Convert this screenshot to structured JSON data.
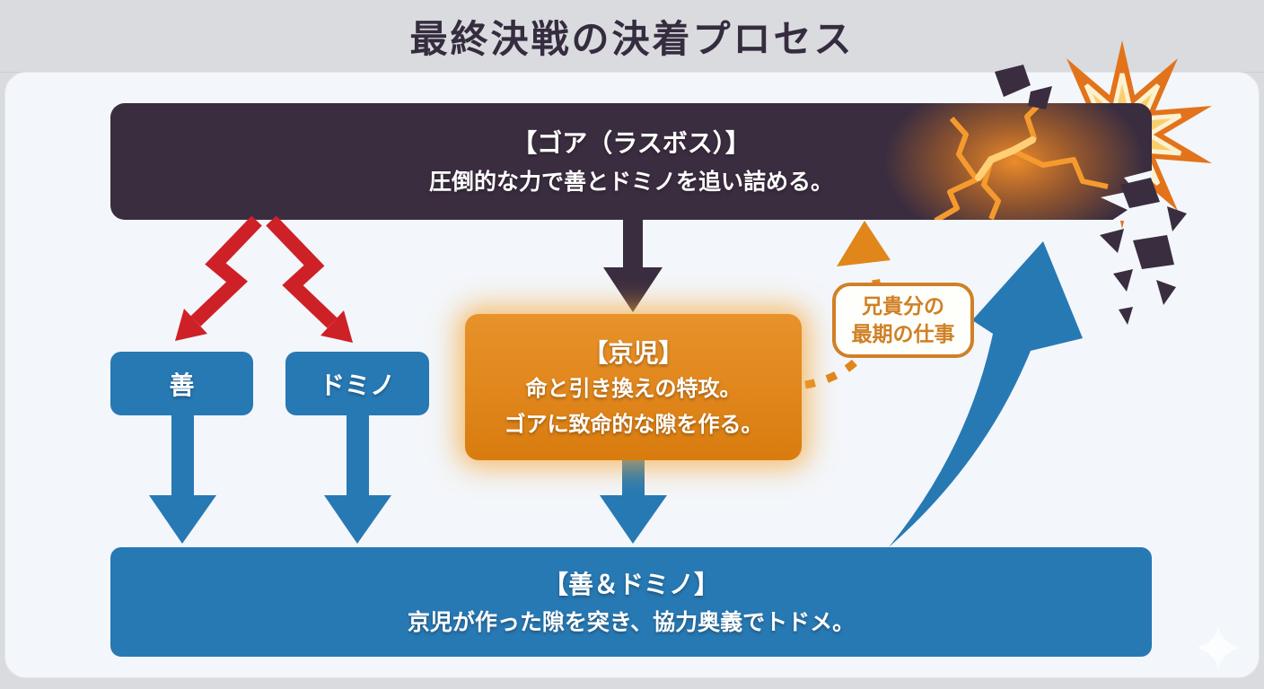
{
  "title": "最終決戦の決着プロセス",
  "nodes": {
    "boss": {
      "heading": "【ゴア（ラスボス）】",
      "body": "圧倒的な力で善とドミノを追い詰める。"
    },
    "zen": {
      "label": "善"
    },
    "domino": {
      "label": "ドミノ"
    },
    "kyoji": {
      "heading": "【京児】",
      "body_line1": "命と引き換えの特攻。",
      "body_line2": "ゴアに致命的な隙を作る。"
    },
    "duo": {
      "heading": "【善＆ドミノ】",
      "body": "京児が作った隙を突き、協力奥義でトドメ。"
    }
  },
  "callout": {
    "line1": "兄貴分の",
    "line2": "最期の仕事"
  },
  "icons": {
    "explosion-burst-icon": "starburst explosion",
    "crack-icon": "glowing lightning crack",
    "debris-shards-icon": "flying dark shards",
    "sparkle-icon": "faint four-point star watermark"
  },
  "colors": {
    "banner_bg": "#D9DBDE",
    "panel_bg": "#F3F6FA",
    "title_ink": "#362C3F",
    "dark_box": "#3A2D40",
    "blue": "#2779B4",
    "red": "#CE2127",
    "orange_box": "#E0861A",
    "orange_deep": "#D97C0F",
    "orange_accent": "#E8922B",
    "callout_border": "#D08025",
    "callout_text": "#D08025",
    "burst_outer": "#E2731B",
    "burst_inner": "#F9CF6E",
    "crack_glow": "#F59A2E",
    "crack_core": "#FFD27A"
  }
}
